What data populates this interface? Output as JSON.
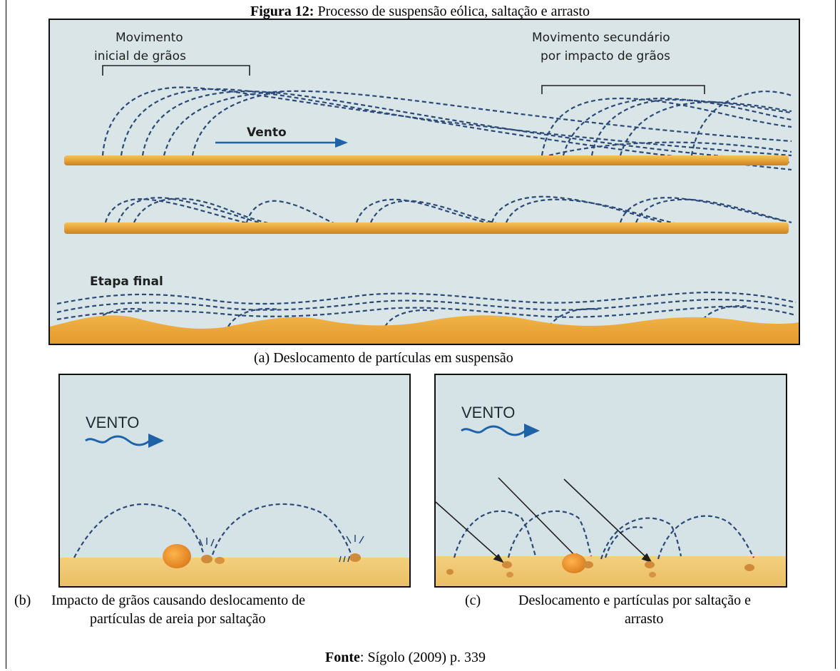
{
  "figure": {
    "title_bold": "Figura 12:",
    "title_rest": " Processo de suspensão eólica, saltação e arrasto"
  },
  "panel_a": {
    "label_initial_line1": "Movimento",
    "label_initial_line2": "inicial de grãos",
    "label_secondary_line1": "Movimento secundário",
    "label_secondary_line2": "por impacto de grãos",
    "wind_label": "Vento",
    "final_label": "Etapa final",
    "caption": "(a)  Deslocamento de partículas em suspensão"
  },
  "panel_b": {
    "wind_label": "VENTO",
    "caption_letter": "(b)",
    "caption_line1": "Impacto de grãos causando deslocamento de",
    "caption_line2": "partículas de areia por saltação"
  },
  "panel_c": {
    "wind_label": "VENTO",
    "caption_letter": "(c)",
    "caption_line1": "Deslocamento e partículas por saltação e",
    "caption_line2": "arrasto"
  },
  "source": {
    "label": "Fonte",
    "text": ": Sígolo (2009) p. 339"
  },
  "colors": {
    "sky": "#d7e4e8",
    "sand": "#e6a43a",
    "dash": "#2b4a78",
    "arrow": "#1e63a8"
  }
}
